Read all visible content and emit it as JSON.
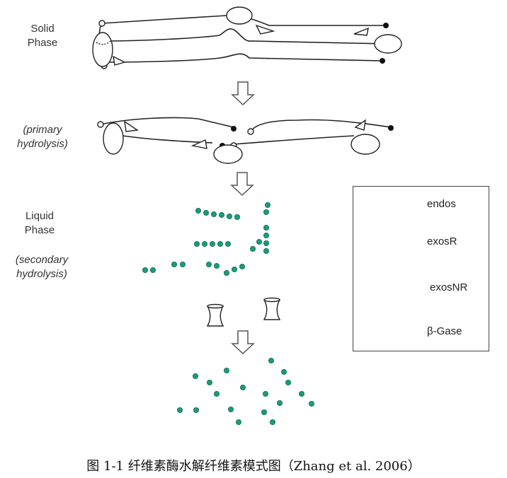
{
  "stage_labels": {
    "solid": [
      "Solid",
      "Phase"
    ],
    "primary": [
      "(primary",
      "hydrolysis)"
    ],
    "liquid": [
      "Liquid",
      "Phase"
    ],
    "secondary": [
      "(secondary",
      "hydrolysis)"
    ]
  },
  "legend": {
    "items": [
      {
        "label": "endos",
        "icon": "endoglucanase-icon"
      },
      {
        "label": "exosR",
        "icon": "exoglucanase-reducing-icon"
      },
      {
        "label": "exosNR",
        "icon": "exoglucanase-nonreducing-icon"
      },
      {
        "label": "β-Gase",
        "icon": "beta-glucosidase-icon"
      }
    ]
  },
  "caption": "图 1-1  纤维素酶水解纤维素模式图（Zhang et al. 2006）",
  "colors": {
    "glucose": "#1a9c7a",
    "line": "#222222",
    "arrow": "#555555"
  }
}
